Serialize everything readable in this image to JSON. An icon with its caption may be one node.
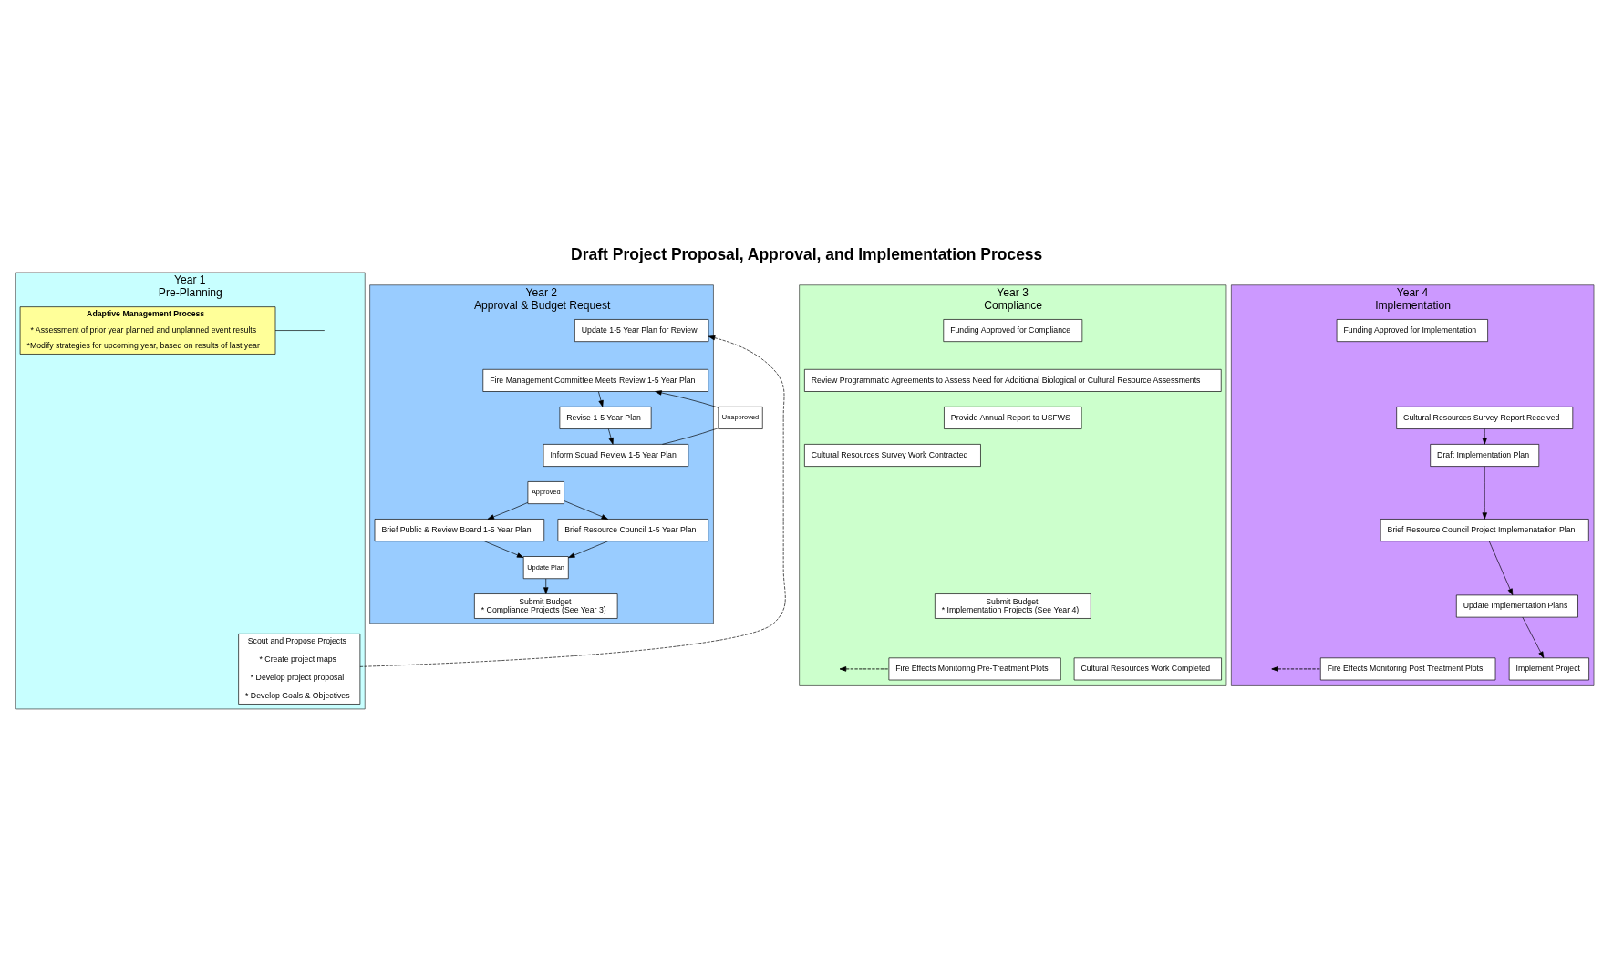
{
  "diagram": {
    "title": "Draft Project Proposal, Approval, and Implementation Process",
    "nodes": [
      {
        "text": [
          "Year 1",
          "Pre-Planning"
        ]
      },
      {
        "text": [
          "Adaptive Management Process",
          "* Assessment of prior year planned and unplanned event results",
          "*Modify strategies for upcoming year, based on results of last year"
        ],
        "in": 0
      },
      {
        "text": [
          "Scout and Propose Projects",
          "* Create project maps",
          "* Develop project proposal",
          "* Develop Goals & Objectives"
        ],
        "in": 0
      },
      {
        "text": [
          "Year 2",
          "Approval & Budget Request"
        ]
      },
      {
        "text": [
          "Update 1-5 Year Plan for Review"
        ],
        "in": 3
      },
      {
        "text": [
          "Fire Management Committee Meets Review 1-5 Year Plan"
        ],
        "in": 3
      },
      {
        "text": [
          "Revise 1-5 Year Plan"
        ],
        "in": 3
      },
      {
        "text": [
          "Inform Squad Review 1-5 Year Plan"
        ],
        "in": 3
      },
      {
        "text": [
          "Unapproved"
        ]
      },
      {
        "text": [
          "Approved"
        ],
        "in": 3
      },
      {
        "text": [
          "Brief Public & Review Board 1-5 Year Plan"
        ],
        "in": 3
      },
      {
        "text": [
          "Brief Resource Council 1-5 Year Plan"
        ],
        "in": 3
      },
      {
        "text": [
          "Update Plan"
        ],
        "in": 3
      },
      {
        "text": [
          "Submit Budget",
          "* Compliance Projects (See Year 3)"
        ],
        "in": 3
      },
      {
        "text": [
          "Year 3",
          "Compliance"
        ]
      },
      {
        "text": [
          "Funding Approved for Compliance"
        ],
        "in": 14
      },
      {
        "text": [
          "Review Programmatic Agreements to Assess Need for Additional Biological or Cultural Resource Assessments"
        ],
        "in": 14
      },
      {
        "text": [
          "Provide Annual Report to USFWS"
        ],
        "in": 14
      },
      {
        "text": [
          "Cultural Resources Survey Work Contracted"
        ],
        "in": 14
      },
      {
        "text": [
          "Submit Budget",
          "* Implementation Projects (See Year 4)"
        ],
        "in": 14
      },
      {
        "text": [
          "Fire Effects Monitoring Pre-Treatment Plots"
        ],
        "in": 14
      },
      {
        "text": [
          "Cultural Resources Work Completed"
        ],
        "in": 14
      },
      {
        "text": [
          "Year 4",
          "Implementation"
        ]
      },
      {
        "text": [
          "Funding Approved for Implementation"
        ],
        "in": 22
      },
      {
        "text": [
          "Cultural Resources Survey Report Received"
        ],
        "in": 22
      },
      {
        "text": [
          "Draft Implementation Plan"
        ],
        "in": 22
      },
      {
        "text": [
          "Brief Resource Council Project Implemenatation Plan"
        ],
        "in": 22
      },
      {
        "text": [
          "Update Implementation Plans"
        ],
        "in": 22
      },
      {
        "text": [
          "Implement Project"
        ],
        "in": 22
      },
      {
        "text": [
          "Fire Effects Monitoring Post Treatment Plots"
        ],
        "in": 22
      }
    ],
    "edges": [
      {
        "from": 2,
        "to": 4,
        "arrow": "to",
        "style": "dashed"
      },
      {
        "from": 1,
        "to": null,
        "arrow": "none"
      },
      {
        "from": 5,
        "to": 6,
        "arrow": "to"
      },
      {
        "from": 6,
        "to": 7,
        "arrow": "to"
      },
      {
        "from": 7,
        "to": 8,
        "arrow": "none"
      },
      {
        "from": 8,
        "to": 5,
        "arrow": "to"
      },
      {
        "from": 9,
        "to": 10,
        "arrow": "to"
      },
      {
        "from": 9,
        "to": 11,
        "arrow": "to"
      },
      {
        "from": 10,
        "to": 12,
        "arrow": "to"
      },
      {
        "from": 11,
        "to": 12,
        "arrow": "to"
      },
      {
        "from": 12,
        "to": 13,
        "arrow": "to"
      },
      {
        "from": 24,
        "to": 25,
        "arrow": "to"
      },
      {
        "from": 25,
        "to": 26,
        "arrow": "to"
      },
      {
        "from": 26,
        "to": 27,
        "arrow": "to"
      },
      {
        "from": 27,
        "to": 28,
        "arrow": "to"
      },
      {
        "from": 20,
        "to": null,
        "arrow": "to",
        "style": "dashed"
      },
      {
        "from": 29,
        "to": null,
        "arrow": "to",
        "style": "dashed"
      }
    ]
  }
}
